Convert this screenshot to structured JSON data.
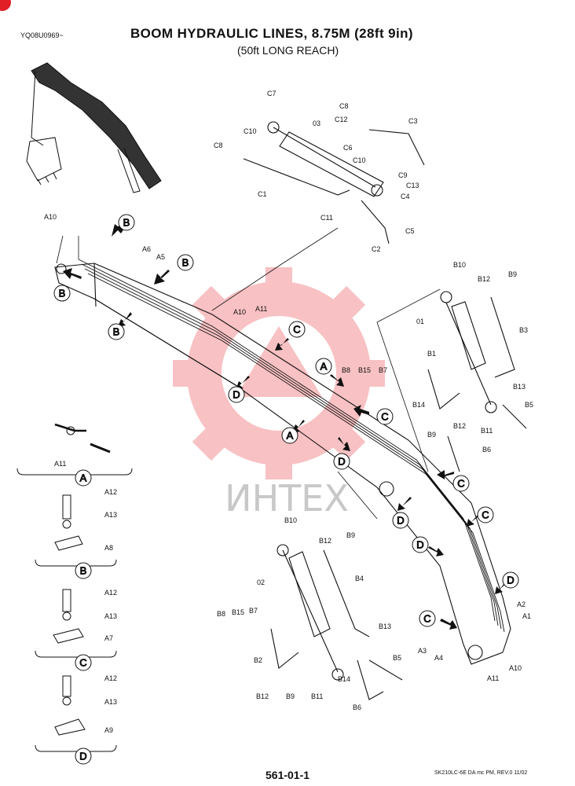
{
  "header": {
    "code": "YQ08U0969~",
    "title": "BOOM HYDRAULIC LINES, 8.75M (28ft 9in)",
    "subtitle": "(50ft LONG REACH)"
  },
  "footer": {
    "page_number": "561-01-1",
    "document_ref": "SK210LC-6E DA mc PM, REV.0 11/02"
  },
  "watermark": {
    "text": "ИНТЕХ",
    "color": "#e8232a"
  },
  "part_labels": {
    "C7": "C7",
    "C8": "C8",
    "C10": "C10",
    "C1": "C1",
    "O3": "03",
    "C12": "C12",
    "C6": "C6",
    "C3": "C3",
    "C9": "C9",
    "C13": "C13",
    "C4": "C4",
    "C11": "C11",
    "C5": "C5",
    "C2": "C2",
    "A10": "A10",
    "A6": "A6",
    "A5": "A5",
    "A11": "A11",
    "A12": "A12",
    "A13": "A13",
    "A8": "A8",
    "A7": "A7",
    "A9": "A9",
    "A2": "A2",
    "A1": "A1",
    "A3": "A3",
    "A4": "A4",
    "B10": "B10",
    "B12": "B12",
    "B9": "B9",
    "B3": "B3",
    "O1": "01",
    "B1": "B1",
    "B8": "B8",
    "B15": "B15",
    "B7": "B7",
    "B13": "B13",
    "B14": "B14",
    "B5": "B5",
    "B11": "B11",
    "B6": "B6",
    "O2": "02",
    "B4": "B4",
    "B2": "B2"
  },
  "callouts": {
    "A": "A",
    "B": "B",
    "C": "C",
    "D": "D"
  }
}
